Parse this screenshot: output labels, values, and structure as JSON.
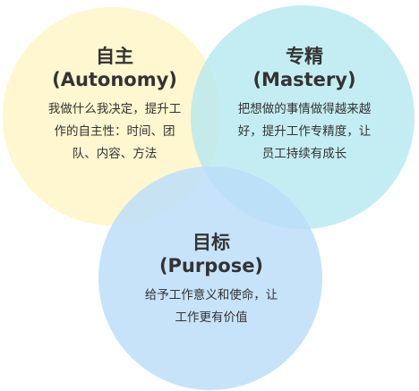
{
  "colors": {
    "autonomy_fill": "#FFF6C8",
    "mastery_fill": "#B3E8F0",
    "purpose_fill": "#BBDDF9",
    "text": "#333333",
    "background": "#FFFFFF"
  },
  "circles": [
    {
      "key": "autonomy",
      "title": "自主",
      "subtitle": "(Autonomy)",
      "desc_lines": [
        "我做什么我决定，提升工",
        "作的自主性：时间、团",
        "队、内容、方法"
      ]
    },
    {
      "key": "mastery",
      "title": "专精",
      "subtitle": "(Mastery)",
      "desc_lines": [
        "把想做的事情做得越来越",
        "好，提升工作专精度，让",
        "员工持续有成长"
      ]
    },
    {
      "key": "purpose",
      "title": "目标",
      "subtitle": "(Purpose)",
      "desc_lines": [
        "给予工作意义和使命，让",
        "工作更有价值"
      ]
    }
  ]
}
